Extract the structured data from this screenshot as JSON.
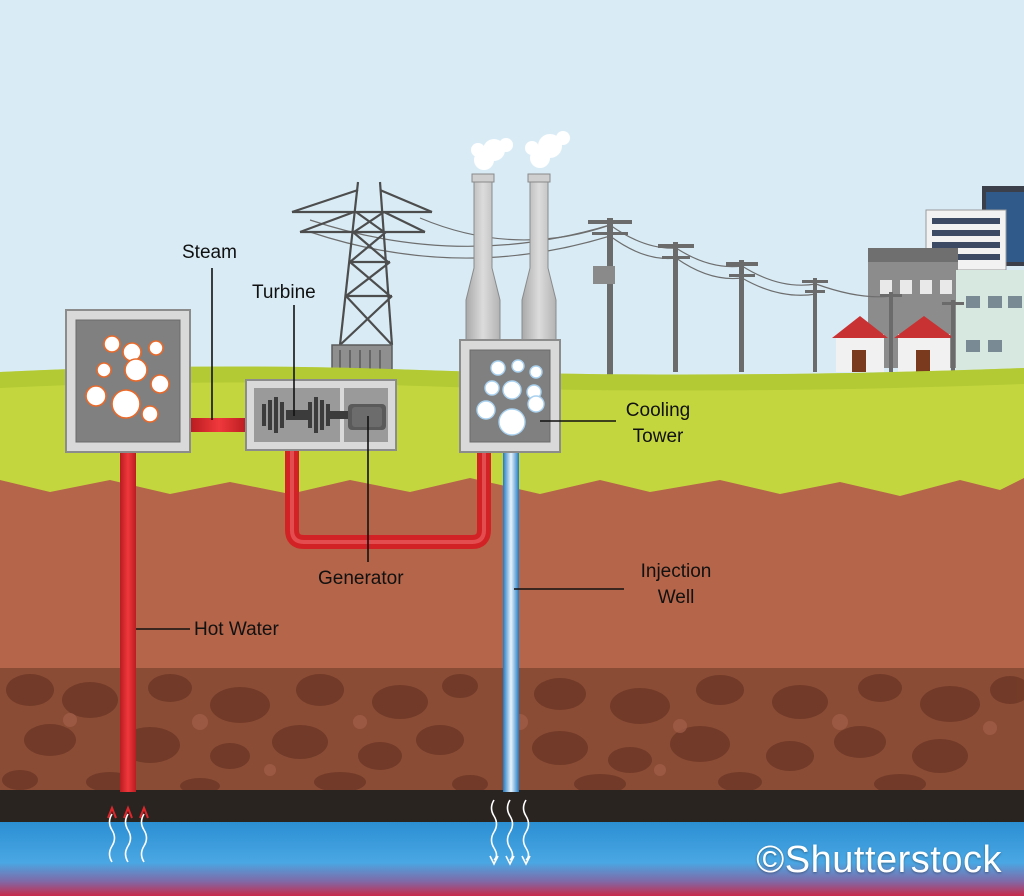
{
  "labels": {
    "steam": "Steam",
    "turbine": "Turbine",
    "generator": "Generator",
    "cooling_tower": [
      "Cooling",
      "Tower"
    ],
    "injection_well": [
      "Injection",
      "Well"
    ],
    "hot_water": "Hot Water"
  },
  "watermark": "©Shutterstock",
  "colors": {
    "sky": "#d9ecf6",
    "grass": "#c3d63e",
    "soil": "#b56549",
    "rock_layer": "#8a4c35",
    "bedrock": "#2a2421",
    "aquifer": "#2b8fd3",
    "hot_pipe": "#e0262b",
    "cold_pipe": "#4ba3e0",
    "box_frame": "#d9d9d9",
    "box_inner": "#808080"
  }
}
